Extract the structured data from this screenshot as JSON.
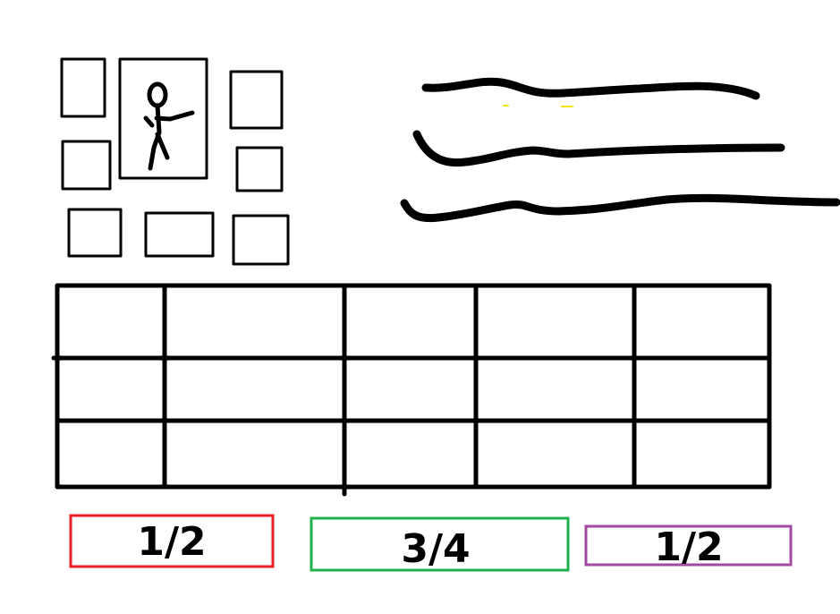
{
  "buttons": [
    {
      "label": "1/2",
      "color": "#ee1c24"
    },
    {
      "label": "3/4",
      "color": "#22b14c"
    },
    {
      "label": "1/2",
      "color": "#a349a4"
    }
  ],
  "grid": {
    "rows": 3,
    "columns": 5
  },
  "figure_icon": "stick-figure-icon",
  "text_lines_count": 3,
  "ink_color": "#000000"
}
